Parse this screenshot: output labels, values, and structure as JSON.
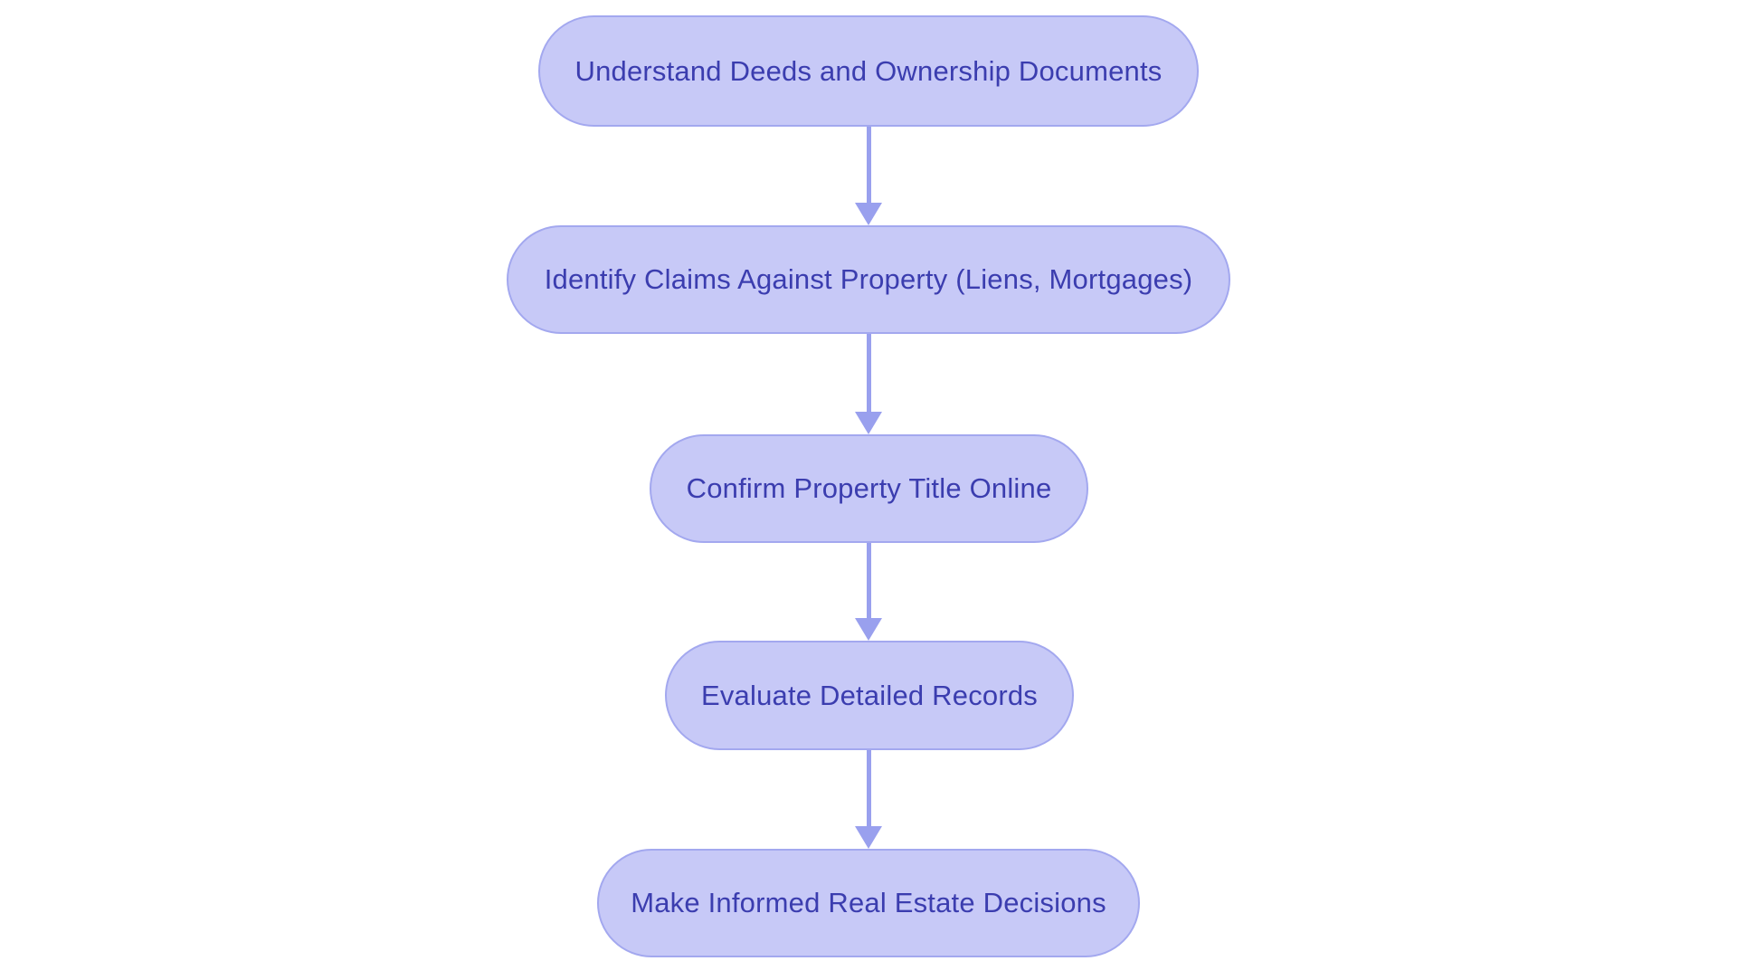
{
  "diagram": {
    "type": "flowchart",
    "direction": "top-down",
    "nodes": [
      {
        "id": 1,
        "label": "Understand Deeds and Ownership Documents"
      },
      {
        "id": 2,
        "label": "Identify Claims Against Property (Liens, Mortgages)"
      },
      {
        "id": 3,
        "label": "Confirm Property Title Online"
      },
      {
        "id": 4,
        "label": "Evaluate Detailed Records"
      },
      {
        "id": 5,
        "label": "Make Informed Real Estate Decisions"
      }
    ],
    "connections": [
      {
        "from": 1,
        "to": 2
      },
      {
        "from": 2,
        "to": 3
      },
      {
        "from": 3,
        "to": 4
      },
      {
        "from": 4,
        "to": 5
      }
    ],
    "colors": {
      "node_fill": "#c7c9f7",
      "node_border": "#a3a8ef",
      "node_text": "#3b3daf",
      "arrow": "#99a0ee",
      "background": "#ffffff"
    }
  }
}
